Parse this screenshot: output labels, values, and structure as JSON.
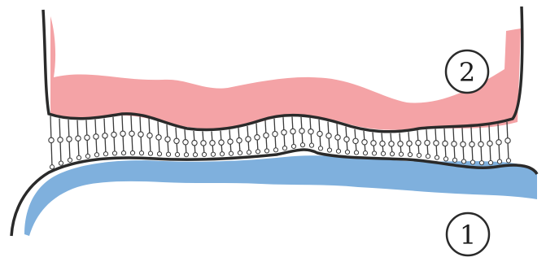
{
  "diagram": {
    "labels": [
      {
        "id": "membrane-1",
        "text": "1"
      },
      {
        "id": "membrane-2",
        "text": "2"
      }
    ],
    "colors": {
      "top_layer": "#f4a3a6",
      "bottom_layer": "#7fb0dd",
      "membrane_line": "#2a2a2a",
      "linker_line": "#3a3a3a",
      "linker_head": "#ffffff",
      "label_circle": "#2a2a2a",
      "background": "#ffffff"
    }
  }
}
